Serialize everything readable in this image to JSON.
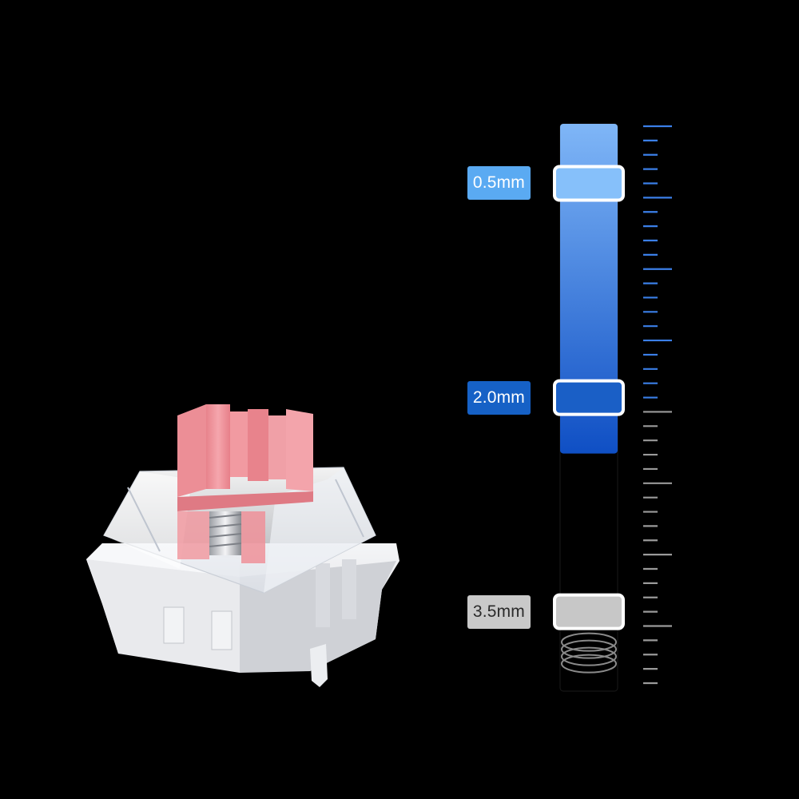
{
  "markers": [
    {
      "label": "0.5mm",
      "depth_mm": 0.5,
      "tag_color": "#5aaaf2",
      "bar_color": "#86c0fa"
    },
    {
      "label": "2.0mm",
      "depth_mm": 2.0,
      "tag_color": "#1661c6",
      "bar_color": "#1a5fc6"
    },
    {
      "label": "3.5mm",
      "depth_mm": 3.5,
      "tag_color": "#c9c9c9",
      "bar_color": "#c7c7c7"
    }
  ],
  "travel": {
    "min_mm": 0.1,
    "max_mm": 4.0,
    "active_mm": 2.0
  },
  "colors": {
    "background": "#000000",
    "bar_top": "#7fb6f7",
    "bar_bottom": "#0f4fc4",
    "tick_active": "#3b7fe8",
    "tick_inactive": "#9a9a9a",
    "switch_stem": "#f19aa1",
    "switch_housing": "#e6e7ea"
  },
  "icons": {
    "switch": "mechanical-switch-illustration",
    "spring": "spring-coil-icon"
  }
}
